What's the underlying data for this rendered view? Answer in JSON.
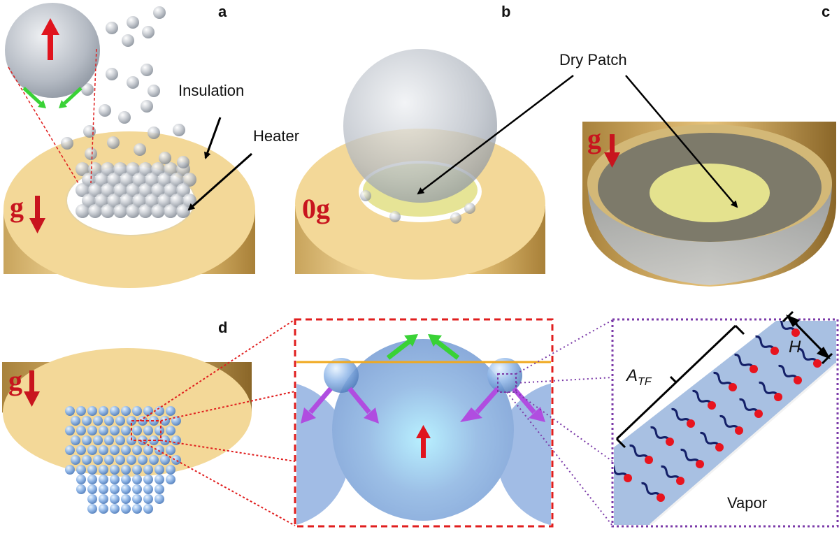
{
  "panels": {
    "a": {
      "letter": "a",
      "gravity": "g",
      "insulation_label": "Insulation",
      "heater_label": "Heater"
    },
    "b": {
      "letter": "b",
      "gravity": "0g",
      "dry_patch_label": "Dry Patch"
    },
    "c": {
      "letter": "c",
      "gravity": "g"
    },
    "d": {
      "letter": "d",
      "gravity": "g",
      "film_area_label": "A",
      "film_area_sub": "TF",
      "thickness_label": "H",
      "vapor_label": "Vapor"
    }
  },
  "colors": {
    "heater_gold": "#f2d79a",
    "heater_gold_dark": "#c9a45c",
    "bubble_gray": "#b8bec6",
    "bubble_blue": "#8fb0de",
    "dry_patch": "#e6e496",
    "arrow_red": "#e0141e",
    "arrow_green": "#39d236",
    "arrow_purple": "#b04de0",
    "inset_red_border": "#e01e1e",
    "inset_purple_border": "#7b3aa8",
    "film_orange": "#f0a81e",
    "molecule_head": "#e8141e",
    "molecule_tail": "#142068"
  }
}
